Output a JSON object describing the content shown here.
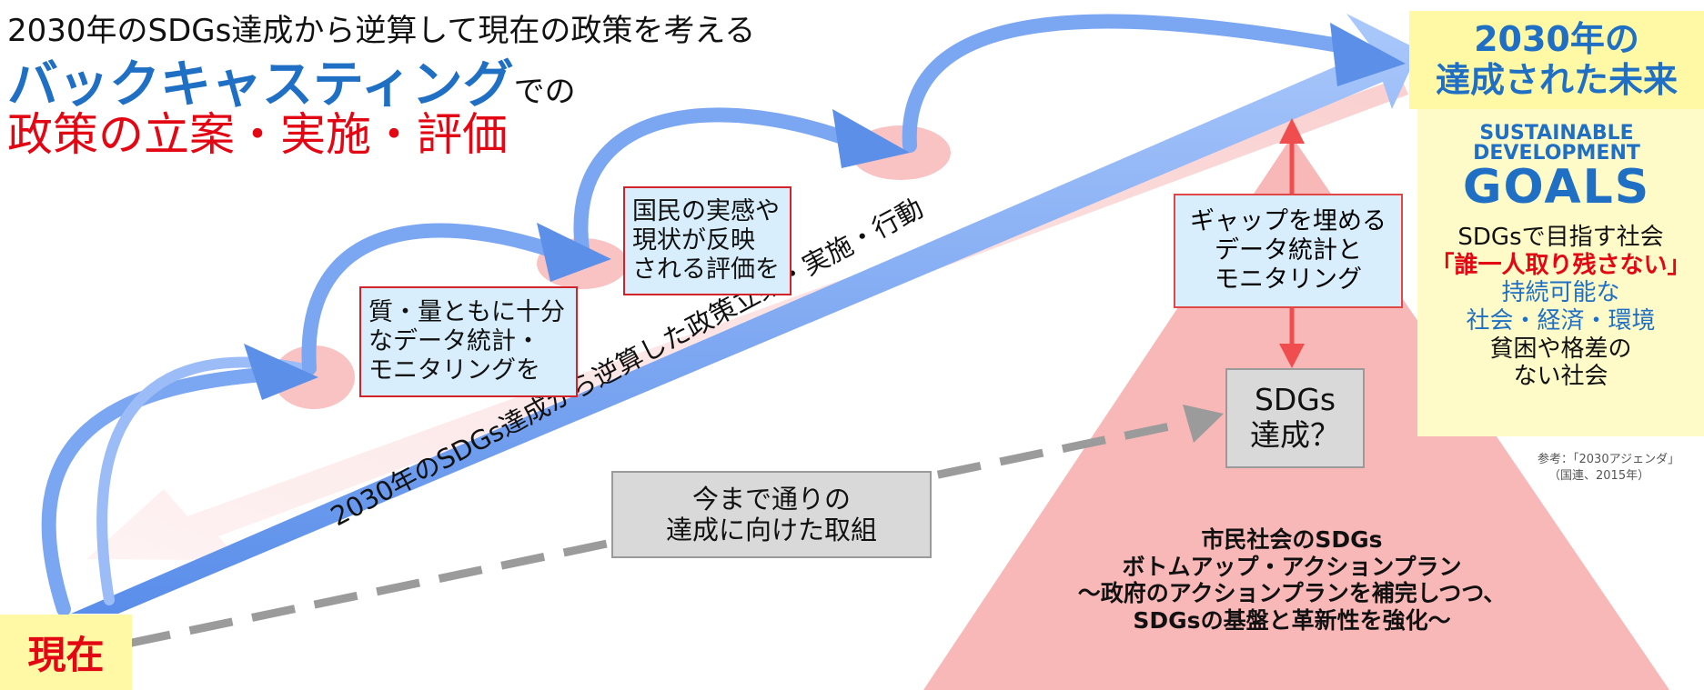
{
  "title": {
    "line1": "2030年のSDGs達成から逆算して現在の政策を考える",
    "line2_highlight": "バックキャスティング",
    "line2_rest": "での",
    "line3": "政策の立案・実施・評価"
  },
  "goal": {
    "line1": "2030年の",
    "line2": "達成された未来"
  },
  "sdg_logo": {
    "line1": "SUSTAINABLE",
    "line2": "DEVELOPMENT",
    "line3": "GOALS"
  },
  "goal_description": {
    "line1": "SDGsで目指す社会",
    "line2": "「誰一人取り残さない」",
    "line3": "持続可能な",
    "line4": "社会・経済・環境",
    "line5": "貧困や格差の",
    "line6": "ない社会"
  },
  "reference": {
    "line1": "参考：「2030アジェンダ」",
    "line2": "（国連、2015年）"
  },
  "diagonal_label": "2030年のSDGs達成から逆算した政策立案・実施・行動",
  "steps": [
    {
      "line1": "質・量ともに十分",
      "line2": "なデータ統計・",
      "line3": "モニタリングを"
    },
    {
      "line1": "国民の実感や",
      "line2": "現状が反映",
      "line3": "される評価を"
    }
  ],
  "gap_box": {
    "line1": "ギャップを埋める",
    "line2": "データ統計と",
    "line3": "モニタリング"
  },
  "sdgs_question": {
    "line1": "SDGs",
    "line2": "達成？"
  },
  "current_approach": {
    "line1": "今まで通りの",
    "line2": "達成に向けた取組"
  },
  "pyramid_text": {
    "line1": "市民社会のSDGs",
    "line2": "ボトムアップ・アクションプラン",
    "line3": "～政府のアクションプランを補完しつつ、",
    "line4": "SDGsの基盤と革新性を強化～"
  },
  "present_label": "現在",
  "colors": {
    "blue_text": "#1f6fc4",
    "red_text": "#e30613",
    "pink_fill": "#f7b6b6",
    "arrow_blue": "#6e9ef0",
    "yellow": "#fff9a6",
    "light_blue_box": "#d9eefc"
  }
}
